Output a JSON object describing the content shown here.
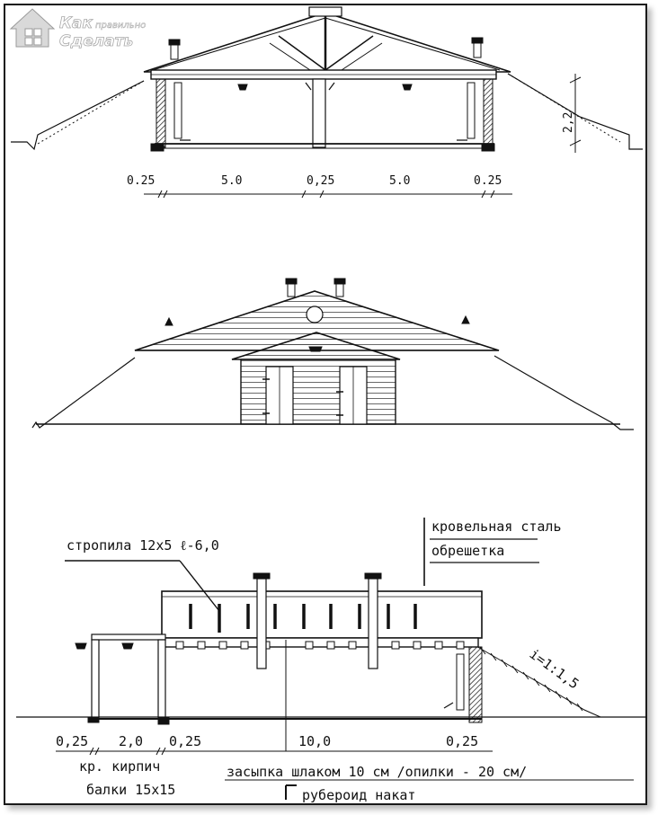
{
  "logo": {
    "word1": "Как",
    "word2": "правильно",
    "word3": "Сделать"
  },
  "section_top": {
    "dims": [
      "0.25",
      "5.0",
      "0,25",
      "5.0",
      "0.25"
    ],
    "height": "2,2"
  },
  "section_bottom": {
    "label_rafters": "стропила 12х5 ℓ-6,0",
    "label_roof_steel": "кровельная сталь",
    "label_lathing": "обрешетка",
    "slope": "i=1:1,5",
    "dims": [
      "0,25",
      "2,0",
      "0,25",
      "10,0",
      "0,25"
    ],
    "label_brick": "кр. кирпич",
    "label_beams": "балки 15х15",
    "label_fill": "засыпка шлаком 10 см /опилки - 20 см/",
    "label_roofing": "рубероид накат"
  }
}
